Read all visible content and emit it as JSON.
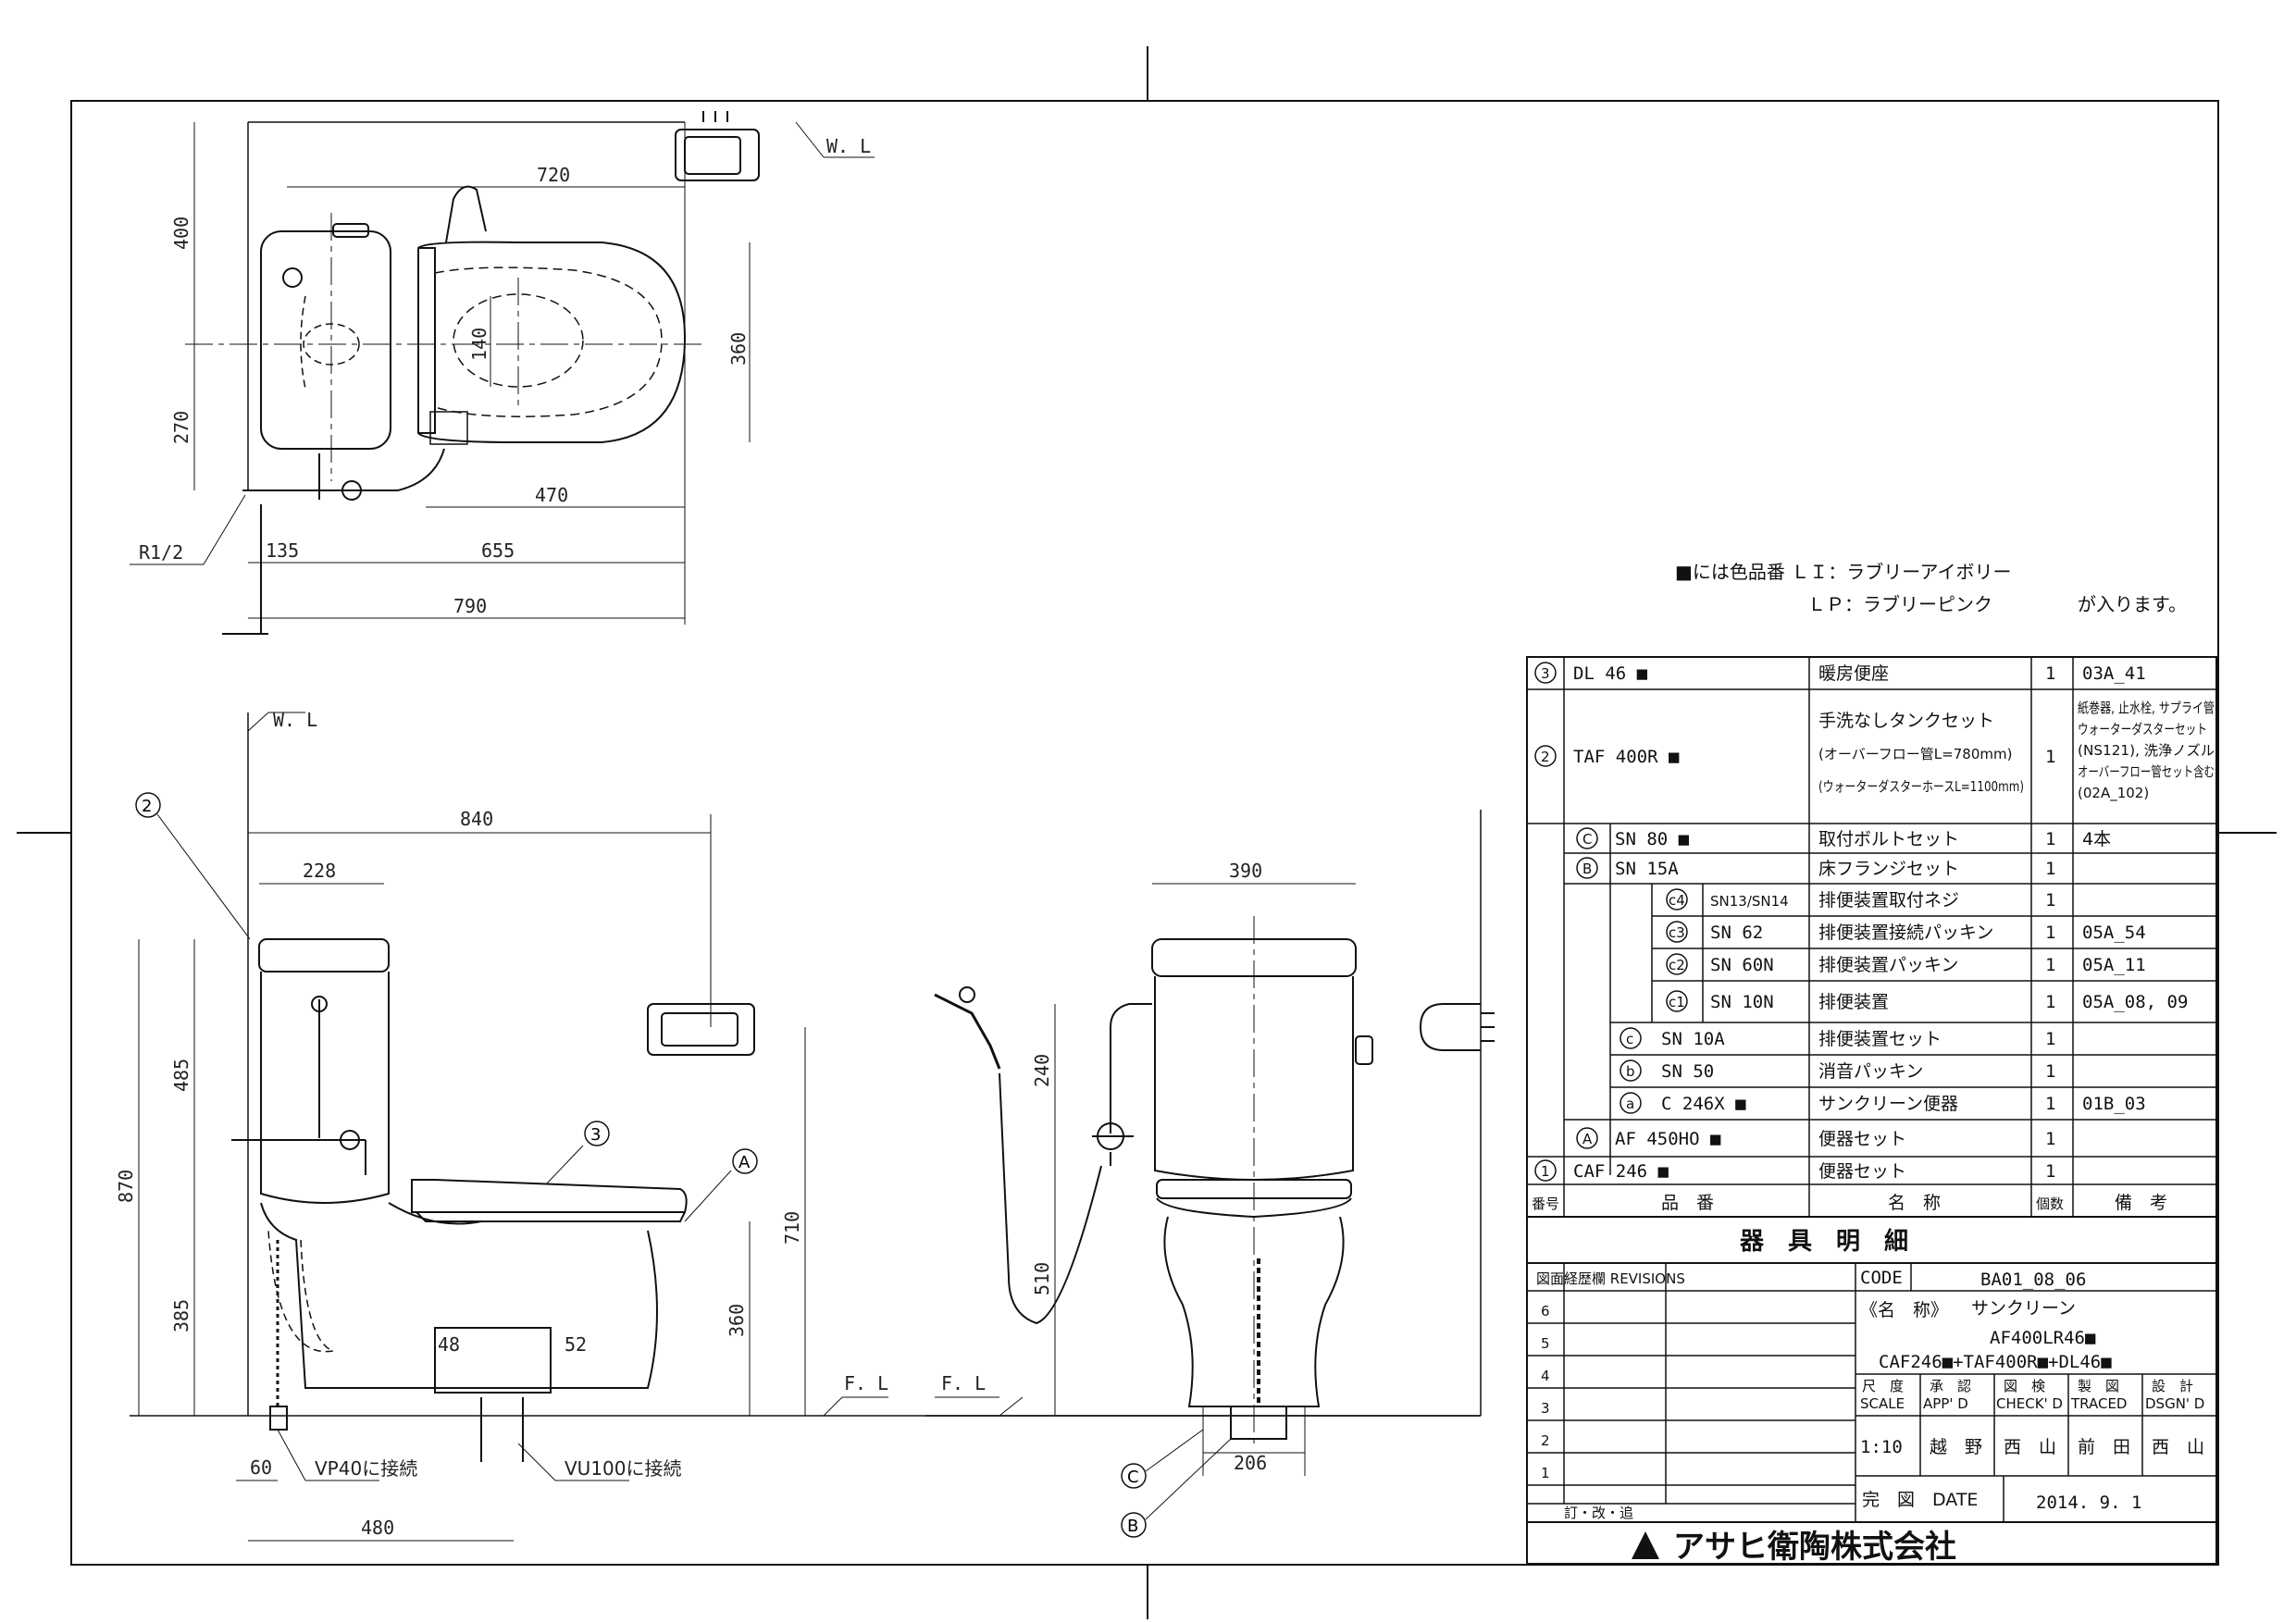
{
  "note": {
    "line1": "■には色品番 ＬＩ：ラブリーアイボリー",
    "line2": "ＬＰ：ラブリーピンク",
    "line3": "が入ります。"
  },
  "dims": {
    "top": [
      "400",
      "720",
      "360",
      "140",
      "270",
      "470",
      "655",
      "790",
      "R1/2",
      "135",
      "W. L"
    ],
    "side": [
      "W. L",
      "840",
      "228",
      "485",
      "870",
      "385",
      "710",
      "360",
      "48",
      "52",
      "60",
      "480",
      "VP40に接続",
      "VU100に接続",
      "F. L"
    ],
    "front": [
      "390",
      "240",
      "510",
      "206",
      "F. L"
    ]
  },
  "callouts": {
    "n2": "2",
    "n3": "3",
    "A": "A",
    "B": "B",
    "C": "C"
  },
  "parts": [
    {
      "no": "3",
      "code": "DL 46 ■",
      "name": "暖房便座",
      "qty": "1",
      "note": "03A_41"
    },
    {
      "no": "2",
      "code": "TAF 400R ■",
      "name": "手洗なしタンクセット",
      "name2": "(オーバーフロー管L=780mm)",
      "name3": "(ウォーターダスターホースL=1100mm)",
      "qty": "1",
      "note": "紙巻器, 止水栓, サプライ管",
      "note2": "ウォーターダスターセット",
      "note3": "(NS121), 洗浄ノズル",
      "note4": "オーバーフロー管セット含む",
      "note5": "(02A_102)"
    },
    {
      "no": "C",
      "code": "SN 80 ■",
      "name": "取付ボルトセット",
      "qty": "1",
      "note": "4本"
    },
    {
      "no": "B",
      "code": "SN 15A",
      "name": "床フランジセット",
      "qty": "1",
      "note": ""
    },
    {
      "no": "c4",
      "code": "SN13/SN14",
      "name": "排便装置取付ネジ",
      "qty": "1",
      "note": ""
    },
    {
      "no": "c3",
      "code": "SN 62",
      "name": "排便装置接続パッキン",
      "qty": "1",
      "note": "05A_54"
    },
    {
      "no": "c2",
      "code": "SN 60N",
      "name": "排便装置パッキン",
      "qty": "1",
      "note": "05A_11"
    },
    {
      "no": "c1",
      "code": "SN 10N",
      "name": "排便装置",
      "qty": "1",
      "note": "05A_08, 09"
    },
    {
      "no": "c",
      "code": "SN 10A",
      "name": "排便装置セット",
      "qty": "1",
      "note": ""
    },
    {
      "no": "b",
      "code": "SN 50",
      "name": "消音パッキン",
      "qty": "1",
      "note": ""
    },
    {
      "no": "a",
      "code": "C 246X ■",
      "name": "サンクリーン便器",
      "qty": "1",
      "note": "01B_03"
    },
    {
      "no": "A",
      "code": "AF 450HO ■",
      "name": "便器セット",
      "qty": "1",
      "note": ""
    },
    {
      "no": "1",
      "code": "CAF 246 ■",
      "name": "便器セット",
      "qty": "1",
      "note": ""
    }
  ],
  "headers": {
    "no": "番号",
    "code": "品　番",
    "name": "名　称",
    "qty": "個数",
    "note": "備　考"
  },
  "table_title": "器　具　明　細",
  "revisions_label": "図面経歴欄 REVISIONS",
  "revision_marks": [
    "6",
    "5",
    "4",
    "3",
    "2",
    "1"
  ],
  "revision_footer": "訂・改・追",
  "code_label": "CODE",
  "code_value": "BA01_08_06",
  "name_label": "《名　称》",
  "product_name": "サンクリーン",
  "model": "AF400LR46■",
  "model_sub": "CAF246■+TAF400R■+DL46■",
  "titles": {
    "scale": "尺　度",
    "scale_en": "SCALE",
    "appd": "承　認",
    "appd_en": "APP' D",
    "check": "図　検",
    "check_en": "CHECK' D",
    "traced": "製　図",
    "traced_en": "TRACED",
    "dsgn": "設　計",
    "dsgn_en": "DSGN' D"
  },
  "scale_value": "1:10",
  "signatures": {
    "appd": "越　野",
    "check": "西　山",
    "traced": "前　田",
    "dsgn": "西　山"
  },
  "date_label": "完　図　DATE",
  "date_value": "2014. 9. 1",
  "company": "アサヒ衛陶株式会社"
}
